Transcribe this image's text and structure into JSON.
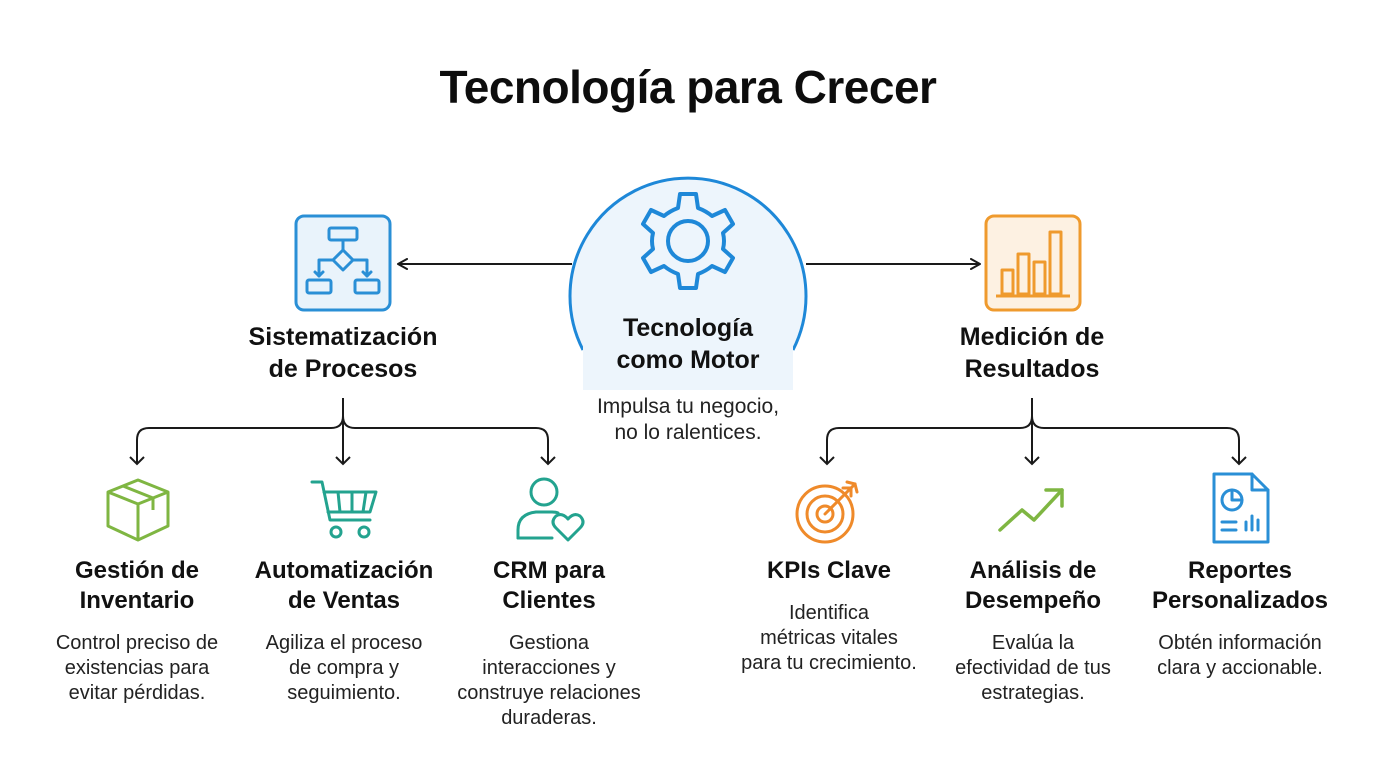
{
  "title": "Tecnología para Crecer",
  "center": {
    "title_lines": [
      "Tecnología",
      "como Motor"
    ],
    "subtitle_lines": [
      "Impulsa tu negocio,",
      "no lo ralentices."
    ],
    "icon": "gear-icon",
    "color": "#1e88d8"
  },
  "left": {
    "label_lines": [
      "Sistematización",
      "de Procesos"
    ],
    "icon": "flowchart-icon",
    "color": "#2a8fd6",
    "children": [
      {
        "title_lines": [
          "Gestión de",
          "Inventario"
        ],
        "desc_lines": [
          "Control preciso de",
          "existencias para",
          "evitar pérdidas."
        ],
        "icon": "box-icon",
        "color": "#7fb642"
      },
      {
        "title_lines": [
          "Automatización",
          "de Ventas"
        ],
        "desc_lines": [
          "Agiliza el proceso",
          "de compra y",
          "seguimiento."
        ],
        "icon": "shopping-cart-icon",
        "color": "#23a38f"
      },
      {
        "title_lines": [
          "CRM para",
          "Clientes"
        ],
        "desc_lines": [
          "Gestiona",
          "interacciones y",
          "construye relaciones",
          "duraderas."
        ],
        "icon": "user-heart-icon",
        "color": "#23a38f"
      }
    ]
  },
  "right": {
    "label_lines": [
      "Medición de",
      "Resultados"
    ],
    "icon": "bar-chart-icon",
    "color": "#ef9a2d",
    "children": [
      {
        "title_lines": [
          "KPIs Clave"
        ],
        "desc_lines": [
          "Identifica",
          "métricas vitales",
          "para tu crecimiento."
        ],
        "icon": "target-icon",
        "color": "#ef8a2a"
      },
      {
        "title_lines": [
          "Análisis de",
          "Desempeño"
        ],
        "desc_lines": [
          "Evalúa la",
          "efectividad de tus",
          "estrategias."
        ],
        "icon": "trend-up-icon",
        "color": "#7fb642"
      },
      {
        "title_lines": [
          "Reportes",
          "Personalizados"
        ],
        "desc_lines": [
          "Obtén información",
          "clara y accionable."
        ],
        "icon": "report-icon",
        "color": "#2a8fd6"
      }
    ]
  }
}
